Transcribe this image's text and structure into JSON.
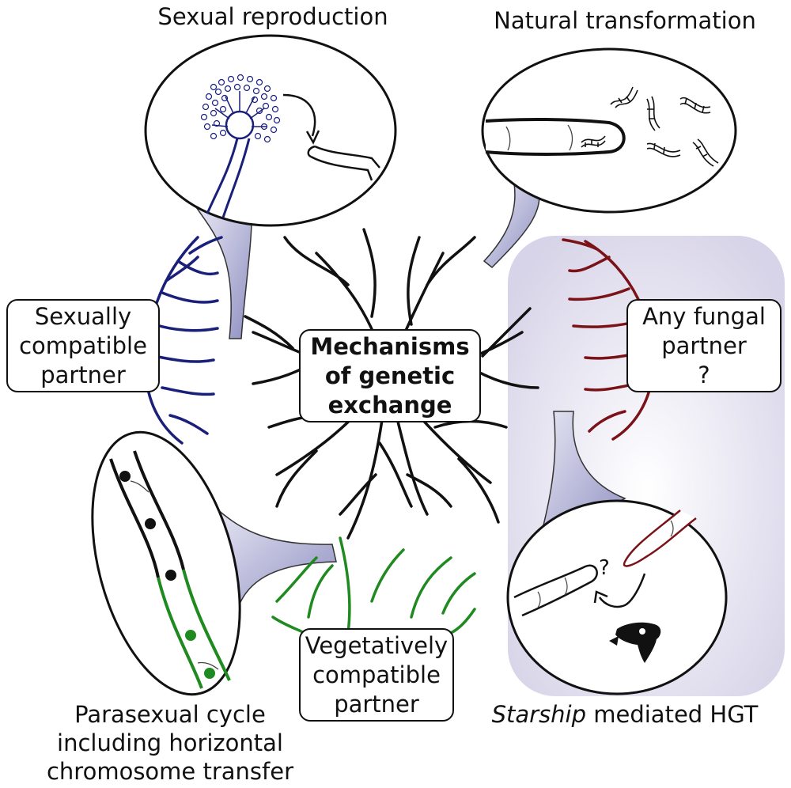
{
  "center": {
    "line1": "Mechanisms",
    "line2": "of genetic",
    "line3": "exchange"
  },
  "top_left_title": "Sexual reproduction",
  "top_right_title": "Natural transformation",
  "left_partner": {
    "line1": "Sexually",
    "line2": "compatible",
    "line3": "partner"
  },
  "right_partner": {
    "line1": "Any fungal",
    "line2": "partner",
    "line3": "?"
  },
  "bottom_partner": {
    "line1": "Vegetatively",
    "line2": "compatible",
    "line3": "partner"
  },
  "bottom_left_title": {
    "line1": "Parasexual cycle",
    "line2": "including horizontal",
    "line3": "chromosome transfer"
  },
  "bottom_right_title": {
    "italic": "Starship",
    "rest": " mediated HGT"
  },
  "question_mark": "?",
  "colors": {
    "sexual": "#1a1f7a",
    "any_fungal": "#7a1218",
    "vegetative": "#1f8a1f",
    "central": "#111111",
    "shade": "#d6d3e6"
  }
}
